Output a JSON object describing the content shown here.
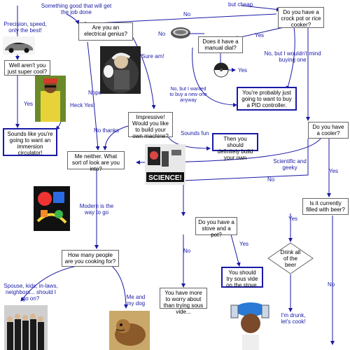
{
  "boxes": {
    "crock_pot": "Do you have a crock pot or rice cooker?",
    "electrical_genius": "Are you an electrical genius?",
    "manual_dial": "Does it have a manual dial?",
    "super_cool": "Well aren't you just super cool?",
    "pid_controller": "You're probably just going to want to buy a PID controller.",
    "immersion_circulator": "Sounds like you're going to want an immersion circulator!",
    "impressive": "Impressive! Would you like to build your own machine?",
    "build_your_own": "Then you should definitely build your own",
    "have_cooler": "Do you have a cooler?",
    "me_neither": "Me neither.  What sort of look are you into?",
    "filled_with_beer": "Is it currently filled with beer?",
    "stove_and_pot": "Do you have a stove and a pot?",
    "how_many_people": "How many people are you cooking for?",
    "sous_vide_stove": "You should try sous vide on the stove.",
    "more_to_worry": "You have more to worry about than trying sous vide...",
    "drink_beer": "Drink all of the beer"
  },
  "labels": {
    "but_cheap": "but cheap",
    "sounds_good": "Something good that will get the job done",
    "no_top": "No",
    "precision": "Precision, speed, only the best!",
    "no_dial": "No",
    "sure_am": "Sure am!",
    "yes_crock": "Yes",
    "no_wouldnt_mind": "No, but I wouldn't mind buying one",
    "yes_dial": "Yes",
    "no_new_one": "No, but I wanted to buy a new one anyway",
    "yes_cool": "Yes",
    "heck_yes": "Heck Yes!",
    "nope": "Nope",
    "no_thanks": "No thanks",
    "sounds_fun": "Sounds fun",
    "scientific": "Scientific and geeky",
    "no_cooler": "No",
    "yes_cooler": "Yes",
    "modern": "Modern is the way to go",
    "yes_beer": "Yes",
    "no_stove": "No",
    "yes_stove": "Yes",
    "family": "Spouse, kids, in-laws, neighbors... should I go on?",
    "me_and_dog": "Me and my dog",
    "no_beer": "No",
    "drunk": "I'm drunk, let's cook!"
  },
  "images": {
    "science_word": "SCIENCE!"
  },
  "colors": {
    "arrow": "#1a1aa6",
    "box_border": "#666666",
    "final_border": "#1a1aa6"
  }
}
